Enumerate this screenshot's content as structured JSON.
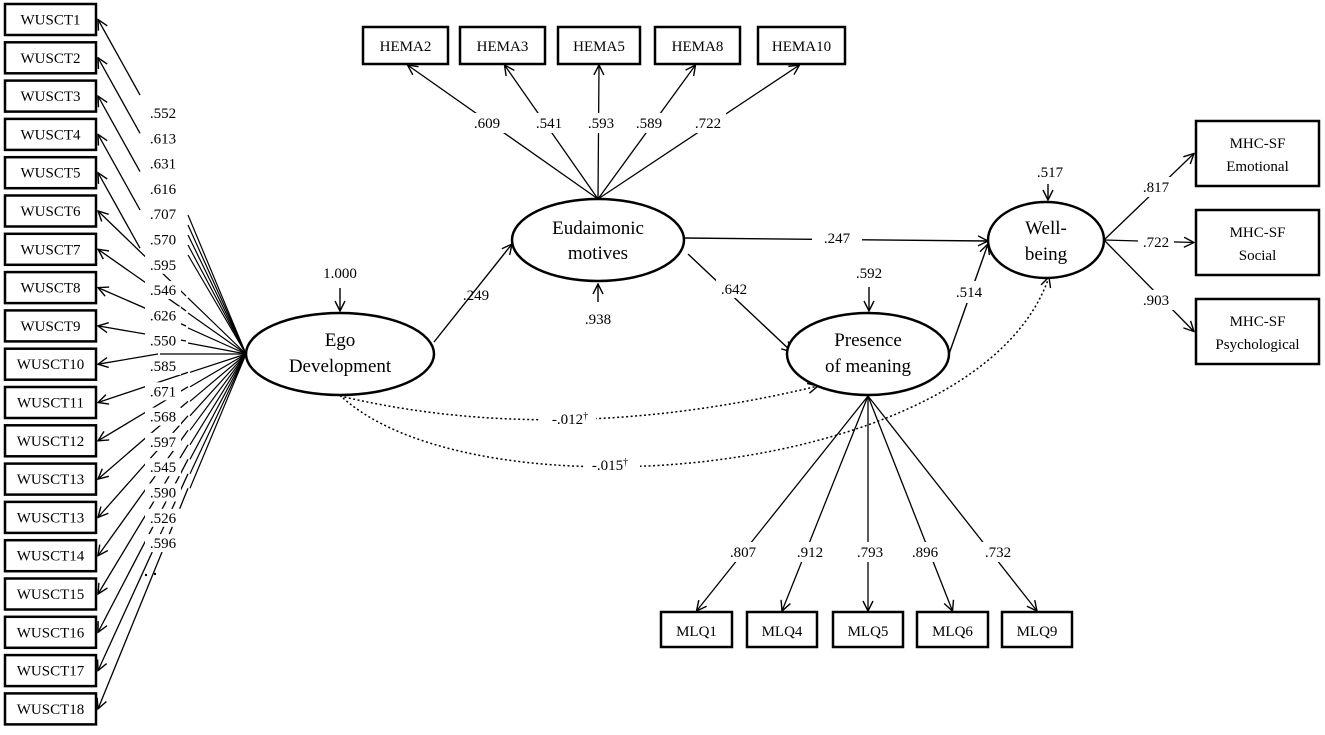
{
  "indicators": {
    "wusct": [
      "WUSCT1",
      "WUSCT2",
      "WUSCT3",
      "WUSCT4",
      "WUSCT5",
      "WUSCT6",
      "WUSCT7",
      "WUSCT8",
      "WUSCT9",
      "WUSCT10",
      "WUSCT11",
      "WUSCT12",
      "WUSCT13",
      "WUSCT13",
      "WUSCT14",
      "WUSCT15",
      "WUSCT16",
      "WUSCT17",
      "WUSCT18"
    ],
    "hema": [
      "HEMA2",
      "HEMA3",
      "HEMA5",
      "HEMA8",
      "HEMA10"
    ],
    "mlq": [
      "MLQ1",
      "MLQ4",
      "MLQ5",
      "MLQ6",
      "MLQ9"
    ],
    "mhc": [
      {
        "line1": "MHC-SF",
        "line2": "Emotional"
      },
      {
        "line1": "MHC-SF",
        "line2": "Social"
      },
      {
        "line1": "MHC-SF",
        "line2": "Psychological"
      }
    ]
  },
  "latents": {
    "ego": {
      "line1": "Ego",
      "line2": "Development"
    },
    "eud": {
      "line1": "Eudaimonic",
      "line2": "motives"
    },
    "pom": {
      "line1": "Presence",
      "line2": "of meaning"
    },
    "wb": {
      "line1": "Well-",
      "line2": "being"
    }
  },
  "loadings": {
    "wusct": [
      ".552",
      ".613",
      ".631",
      ".616",
      ".707",
      ".570",
      ".595",
      ".546",
      ".626",
      ".550",
      ".585",
      ".671",
      ".568",
      ".597",
      ".545",
      ".590",
      ".526",
      ".596"
    ],
    "hema": [
      ".609",
      ".541",
      ".593",
      ".589",
      ".722"
    ],
    "mlq": [
      ".807",
      ".912",
      ".793",
      ".896",
      ".732"
    ],
    "mhc": [
      ".817",
      ".722",
      ".903"
    ]
  },
  "paths": {
    "ego_to_eud": ".249",
    "eud_to_wb": ".247",
    "eud_to_pom": ".642",
    "pom_to_wb": ".514",
    "ego_to_pom": "-.012",
    "ego_to_wb": "-.015",
    "dagger": "†"
  },
  "residuals": {
    "ego": "1.000",
    "eud": ".938",
    "pom": ".592",
    "wb": ".517"
  }
}
